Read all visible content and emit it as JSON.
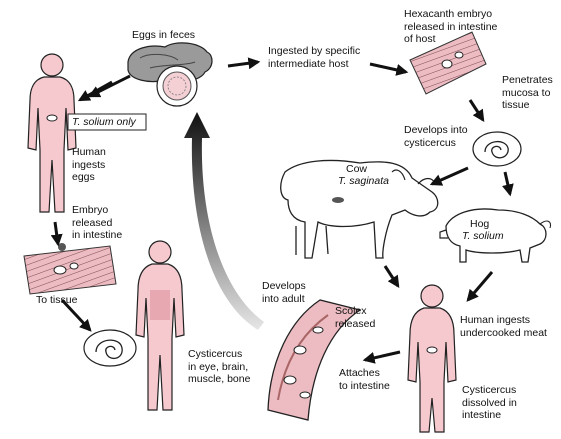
{
  "labels": {
    "eggs_in_feces": "Eggs in feces",
    "ingested_by_host": "Ingested by specific\nintermediate host",
    "hexacanth_embryo": "Hexacanth embryo\nreleased in intestine\nof host",
    "penetrates_mucosa": "Penetrates\nmucosa to\ntissue",
    "develops_cysticercus": "Develops into\ncysticercus",
    "cow": "Cow",
    "cow_species": "T. saginata",
    "hog": "Hog",
    "hog_species": "T. solium",
    "t_solium_only": "T. solium only",
    "human_ingests_eggs": "Human\ningests\neggs",
    "embryo_released": "Embryo\nreleased\nin intestine",
    "to_tissue": "To tissue",
    "cysticercus_in_eye": "Cysticercus\nin eye, brain,\nmuscle, bone",
    "develops_into_adult": "Develops\ninto adult",
    "scolex_released": "Scolex\nreleased",
    "attaches_to_intestine": "Attaches\nto intestine",
    "human_ingests_meat": "Human ingests\nundercooked meat",
    "cysticercus_dissolved": "Cysticercus\ndissolved in\nintestine"
  },
  "colors": {
    "skin": "#f6c9cf",
    "skin_dark": "#e7a8b2",
    "tissue": "#e9b7bd",
    "outline": "#1a1a1a",
    "egg_gray": "#8c8c8c",
    "arrow": "#111111"
  }
}
